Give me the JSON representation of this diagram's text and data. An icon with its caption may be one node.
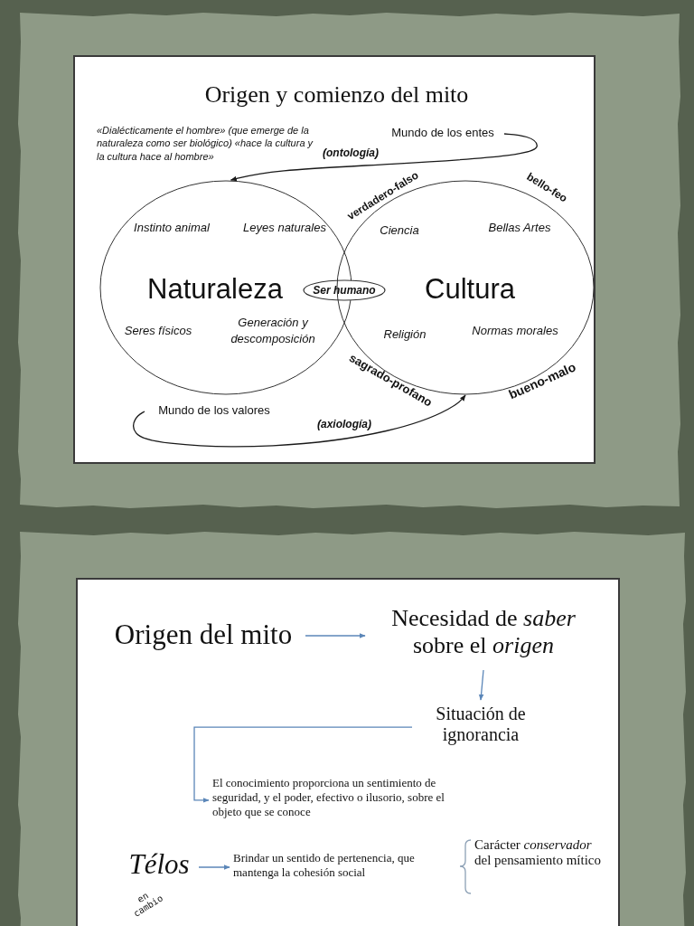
{
  "diagram": {
    "title": "Origen y comienzo del mito",
    "nodes": [
      {
        "text": [
          "Mundo de los entes"
        ]
      },
      {
        "text": [
          "Instinto animal",
          "Leyes naturales",
          "Naturaleza",
          "Seres físicos",
          "Generación y descomposición"
        ]
      },
      {
        "text": [
          "Ser humano"
        ]
      },
      {
        "text": [
          "Ciencia",
          "Bellas Artes",
          "Cultura",
          "Religión",
          "Normas morales"
        ]
      },
      {
        "text": [
          "Mundo de los valores"
        ]
      },
      {
        "text": [
          "Origen del mito"
        ]
      },
      {
        "text": [
          "Necesidad de *saber* sobre el *origen*"
        ]
      },
      {
        "text": [
          "Situación de ignorancia"
        ]
      },
      {
        "text": [
          "El conocimiento proporciona un sentimiento de seguridad, y el poder, efectivo o ilusorio, sobre el objeto que se conoce"
        ]
      },
      {
        "text": [
          "Télos"
        ]
      },
      {
        "text": [
          "Brindar un sentido de pertenencia, que mantenga la cohesión social"
        ]
      },
      {
        "text": [
          "Carácter *conservador* del pensamiento mítico"
        ]
      }
    ],
    "edges": [
      {
        "from": 0,
        "to": 1,
        "arrow": "to",
        "label": "(ontología)",
        "color": "#1a1a1a"
      },
      {
        "from": 4,
        "to": 3,
        "arrow": "to",
        "label": "(axiología)",
        "color": "#1a1a1a"
      },
      {
        "from": 5,
        "to": 6,
        "arrow": "to"
      },
      {
        "from": 6,
        "to": 7,
        "arrow": "to"
      },
      {
        "from": 7,
        "to": 8,
        "arrow": "to"
      },
      {
        "from": 9,
        "to": 10,
        "arrow": "to"
      }
    ],
    "labels": [
      "«Dialécticamente el hombre» (que emerge de la naturaleza como ser biológico) «hace la cultura y la cultura hace al hombre»",
      "verdadero-falso",
      "bello-feo",
      "sagrado-profano",
      "bueno-malo",
      "en cambio"
    ]
  }
}
